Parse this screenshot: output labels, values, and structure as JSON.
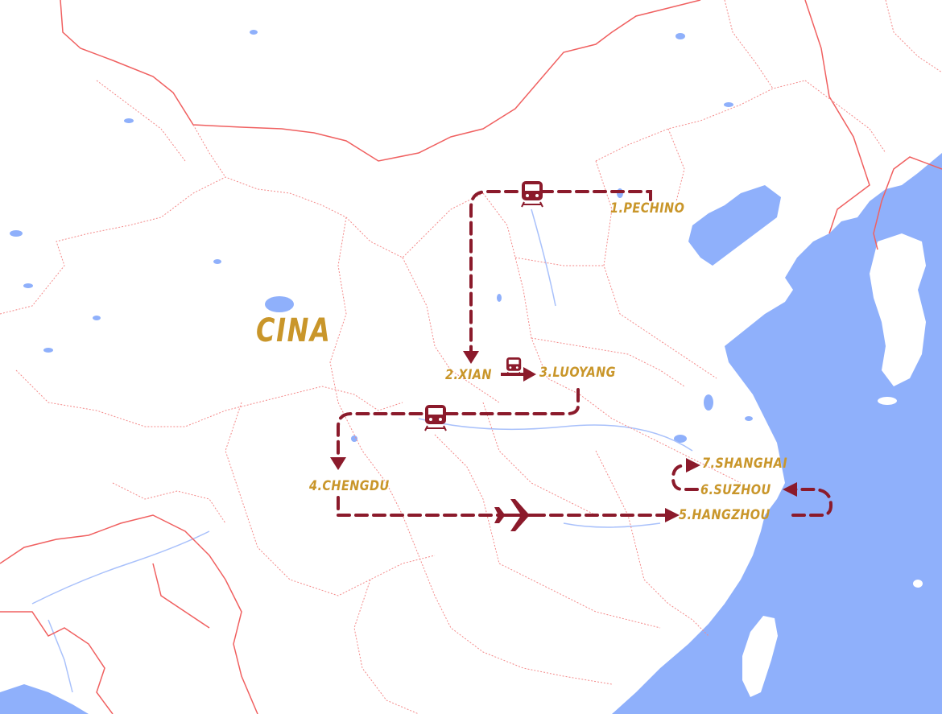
{
  "map": {
    "country_label": "CINA",
    "cities": [
      {
        "name": "1.PECHINO"
      },
      {
        "name": "2.XIAN"
      },
      {
        "name": "3.LUOYANG"
      },
      {
        "name": "4.CHENGDU"
      },
      {
        "name": "5.HANGZHOU"
      },
      {
        "name": "6.SUZHOU"
      },
      {
        "name": "7.SHANGHAI"
      }
    ],
    "transport_icons": [
      "train-icon",
      "train-icon",
      "train-icon",
      "airplane-icon"
    ],
    "colors": {
      "route": "#8b1a2b",
      "label": "#c9962a",
      "sea": "#8fb0fb",
      "border": "#f06060"
    }
  }
}
